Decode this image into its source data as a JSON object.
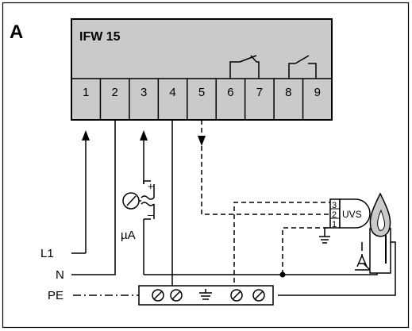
{
  "figure_label": "A",
  "device": {
    "name": "IFW 15",
    "terminals": [
      "1",
      "2",
      "3",
      "4",
      "5",
      "6",
      "7",
      "8",
      "9"
    ]
  },
  "meter": {
    "plus": "+",
    "minus": "–",
    "unit": "µA"
  },
  "sensor": {
    "name": "UVS",
    "pins": [
      "3",
      "2",
      "1"
    ]
  },
  "lines": {
    "l1": "L1",
    "n": "N",
    "pe": "PE"
  },
  "colors": {
    "device_fill": "#c9cacc",
    "flame_fill": "#c9cacc",
    "line": "#000000"
  }
}
